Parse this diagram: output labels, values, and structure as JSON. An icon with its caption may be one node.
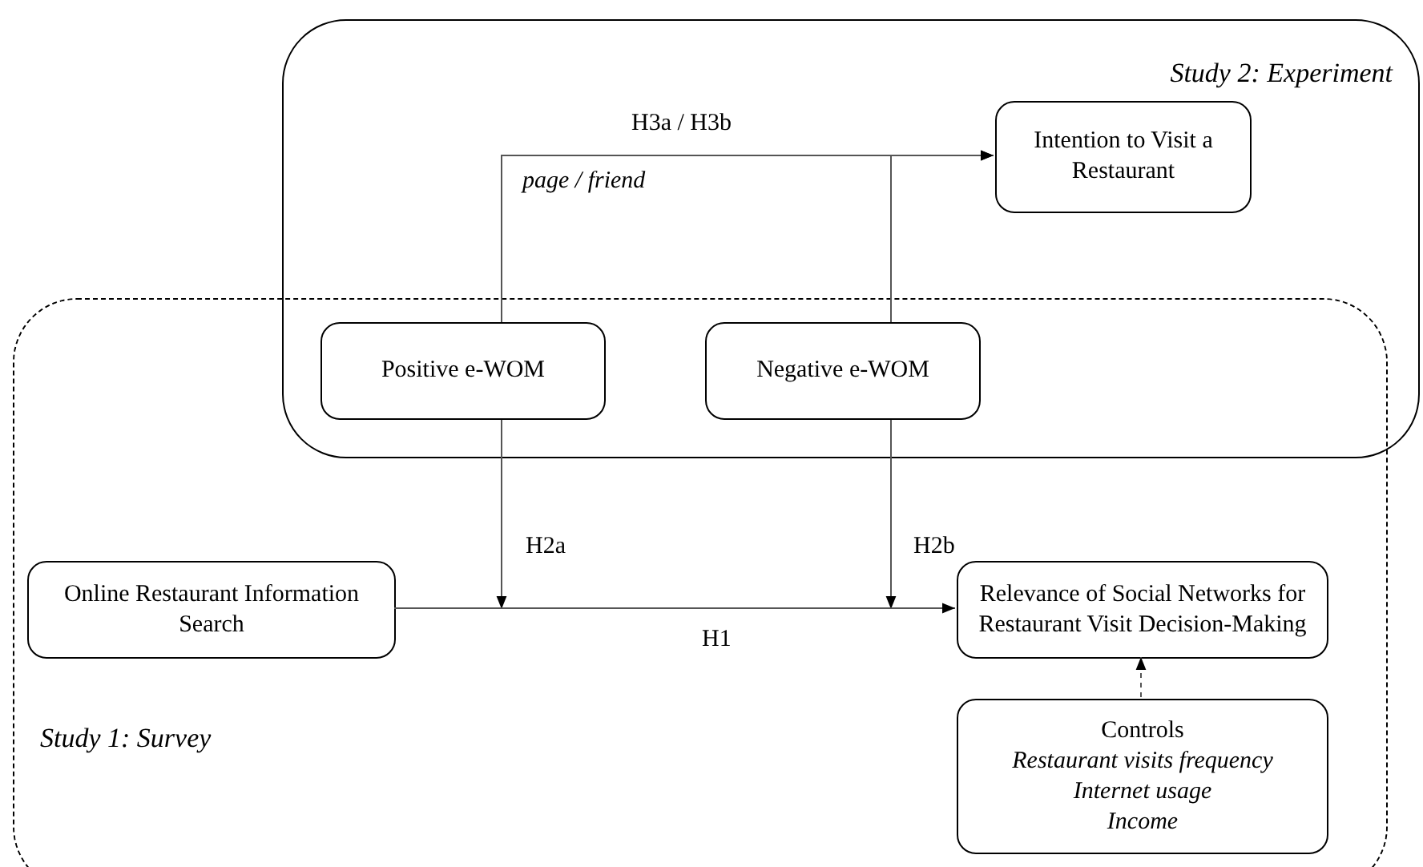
{
  "diagram": {
    "nodes": [
      {
        "text": [
          "Study 2: Experiment"
        ]
      },
      {
        "text": [
          "Study 1: Survey"
        ]
      },
      {
        "text": [
          "Intention to Visit a Restaurant"
        ],
        "in": 0
      },
      {
        "text": [
          "Positive e-WOM"
        ]
      },
      {
        "text": [
          "Negative e-WOM"
        ]
      },
      {
        "text": [
          "Online Restaurant Information Search"
        ],
        "in": 1
      },
      {
        "text": [
          "Relevance of Social Networks for Restaurant Visit Decision-Making"
        ],
        "in": 1
      },
      {
        "text": [
          "Controls",
          "Restaurant visits frequency",
          "Internet usage",
          "Income"
        ],
        "in": 1
      }
    ],
    "edges": [
      {
        "from": 3,
        "to": 2,
        "arrow": "to",
        "label": "H3a / H3b"
      },
      {
        "from": 4,
        "to": 2,
        "arrow": "to"
      },
      {
        "from": 3,
        "to": null,
        "arrow": "to",
        "label": "H2a"
      },
      {
        "from": 4,
        "to": null,
        "arrow": "to",
        "label": "H2b"
      },
      {
        "from": 5,
        "to": 6,
        "arrow": "to",
        "label": "H1"
      },
      {
        "from": 7,
        "to": 6,
        "arrow": "to",
        "style": "dashed"
      }
    ],
    "labels": [
      "page / friend"
    ]
  }
}
